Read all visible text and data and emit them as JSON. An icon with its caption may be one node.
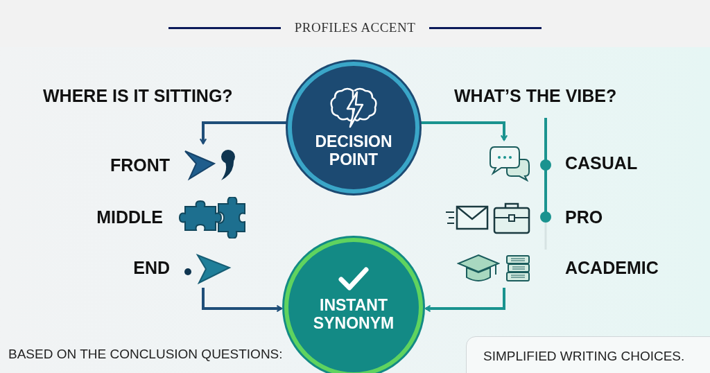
{
  "diagram": {
    "title": "PROFILES ACCENT",
    "nodes": [
      {
        "text": [
          "DECISION POINT"
        ]
      },
      {
        "text": [
          "FRONT"
        ]
      },
      {
        "text": [
          "MIDDLE"
        ]
      },
      {
        "text": [
          "END"
        ]
      },
      {
        "text": [
          "CASUAL"
        ]
      },
      {
        "text": [
          "PRO"
        ]
      },
      {
        "text": [
          "ACADEMIC"
        ]
      },
      {
        "text": [
          "INSTANT SYNONYM"
        ]
      },
      {
        "text": [
          "SIMPLIFIED WRITING CHOICES."
        ]
      }
    ],
    "edges": [
      {
        "from": 0,
        "to": 1,
        "arrow": "to",
        "color": "#1f4e79"
      },
      {
        "from": 0,
        "to": 4,
        "arrow": "to",
        "color": "#1a938f"
      },
      {
        "from": 3,
        "to": 7,
        "arrow": "to",
        "color": "#1f4e79"
      },
      {
        "from": 6,
        "to": 7,
        "arrow": "to",
        "color": "#1a938f"
      }
    ],
    "labels": [
      "WHERE IS IT SITTING?",
      "WHAT’S THE VIBE?",
      "BASED ON THE CONCLUSION QUESTIONS:"
    ]
  }
}
